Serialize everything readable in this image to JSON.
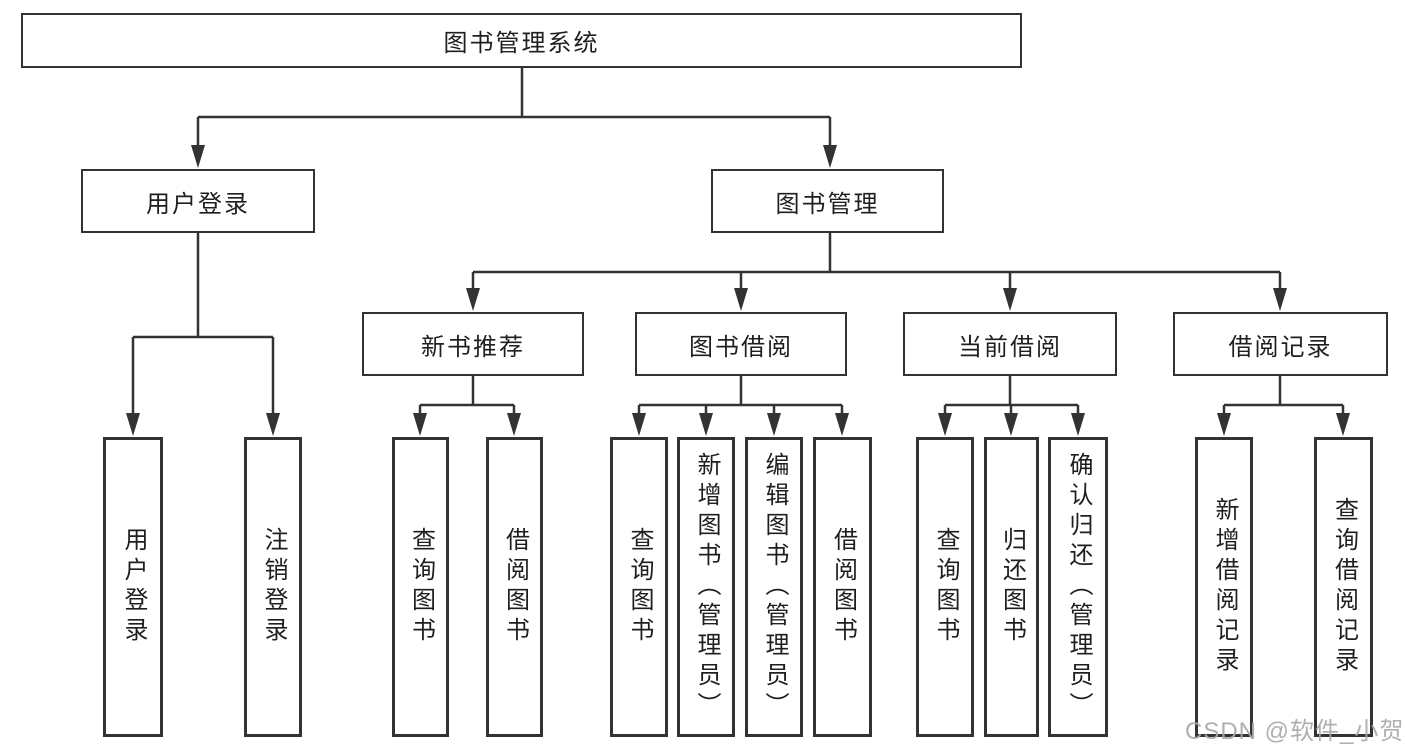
{
  "diagram": {
    "root": {
      "label": "图书管理系统"
    },
    "level2": [
      {
        "id": "user-login",
        "label": "用户登录"
      },
      {
        "id": "book-management",
        "label": "图书管理"
      }
    ],
    "level3": [
      {
        "id": "new-book-recommend",
        "label": "新书推荐"
      },
      {
        "id": "book-borrowing",
        "label": "图书借阅"
      },
      {
        "id": "current-borrowing",
        "label": "当前借阅"
      },
      {
        "id": "borrowing-records",
        "label": "借阅记录"
      }
    ],
    "leaves": {
      "user_login": [
        {
          "label": "用户登录"
        },
        {
          "label": "注销登录"
        }
      ],
      "new_book": [
        {
          "label": "查询图书"
        },
        {
          "label": "借阅图书"
        }
      ],
      "book_borrow": [
        {
          "label": "查询图书"
        },
        {
          "label": "新增图书（管理员）"
        },
        {
          "label": "编辑图书（管理员）"
        },
        {
          "label": "借阅图书"
        }
      ],
      "current_borrow": [
        {
          "label": "查询图书"
        },
        {
          "label": "归还图书"
        },
        {
          "label": "确认归还（管理员）"
        }
      ],
      "borrow_record": [
        {
          "label": "新增借阅记录"
        },
        {
          "label": "查询借阅记录"
        }
      ]
    },
    "watermark": "CSDN @软件_小贺同学",
    "colors": {
      "line": "#333333",
      "text": "#1f1f1f",
      "watermark": "#a8a8a8",
      "background": "#ffffff"
    }
  }
}
